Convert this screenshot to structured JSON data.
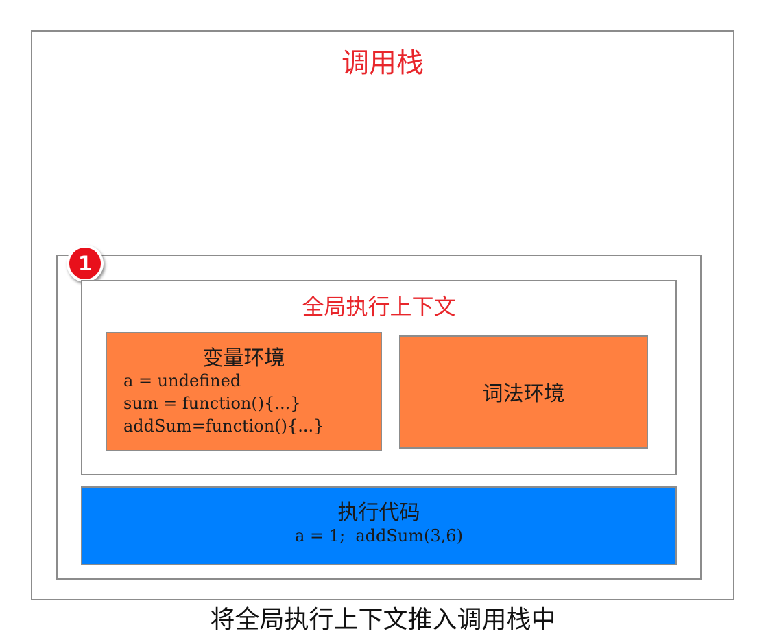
{
  "call_stack": {
    "title": "调用栈"
  },
  "step_badge": {
    "number": "1"
  },
  "global_execution_context": {
    "title": "全局执行上下文",
    "variable_environment": {
      "title": "变量环境",
      "lines": [
        "a = undefined",
        "sum = function(){...}",
        "addSum=function(){...}"
      ]
    },
    "lexical_environment": {
      "title": "词法环境"
    }
  },
  "executable_code": {
    "title": "执行代码",
    "line": "a = 1;  addSum(3,6)"
  },
  "caption": "将全局执行上下文推入调用栈中",
  "colors": {
    "title_red": "#e8262b",
    "badge_red": "#e8101b",
    "environment_orange": "#ff8040",
    "code_blue": "#0080ff",
    "border_gray": "#8c8c8c"
  }
}
